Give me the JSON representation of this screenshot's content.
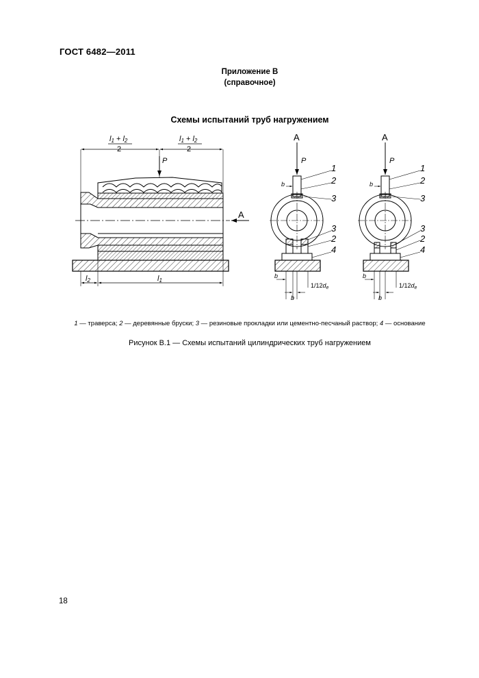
{
  "header": {
    "doc_id": "ГОСТ  6482—2011"
  },
  "annex": {
    "title": "Приложение В",
    "subtitle": "(справочное)"
  },
  "section_title": "Схемы испытаний труб нагружением",
  "figure": {
    "labels": {
      "l1": "l",
      "l1_sub": "1",
      "l2": "l",
      "l2_sub": "2",
      "plus": " + ",
      "half_den": "2",
      "P": "P",
      "A": "A",
      "b": "b",
      "n1": "1",
      "n2": "2",
      "n3": "3",
      "n4": "4",
      "frac": "1/12",
      "d": "d",
      "d_sub": "e"
    }
  },
  "legend": [
    {
      "num": "1",
      "text": " — траверса; "
    },
    {
      "num": "2",
      "text": " — деревянные бруски; "
    },
    {
      "num": "3",
      "text": " — резиновые прокладки или цементно-песчаный раствор; "
    },
    {
      "num": "4",
      "text": " — основание"
    }
  ],
  "caption": "Рисунок В.1 — Схемы испытаний цилиндрических труб нагружением",
  "page_number": "18"
}
